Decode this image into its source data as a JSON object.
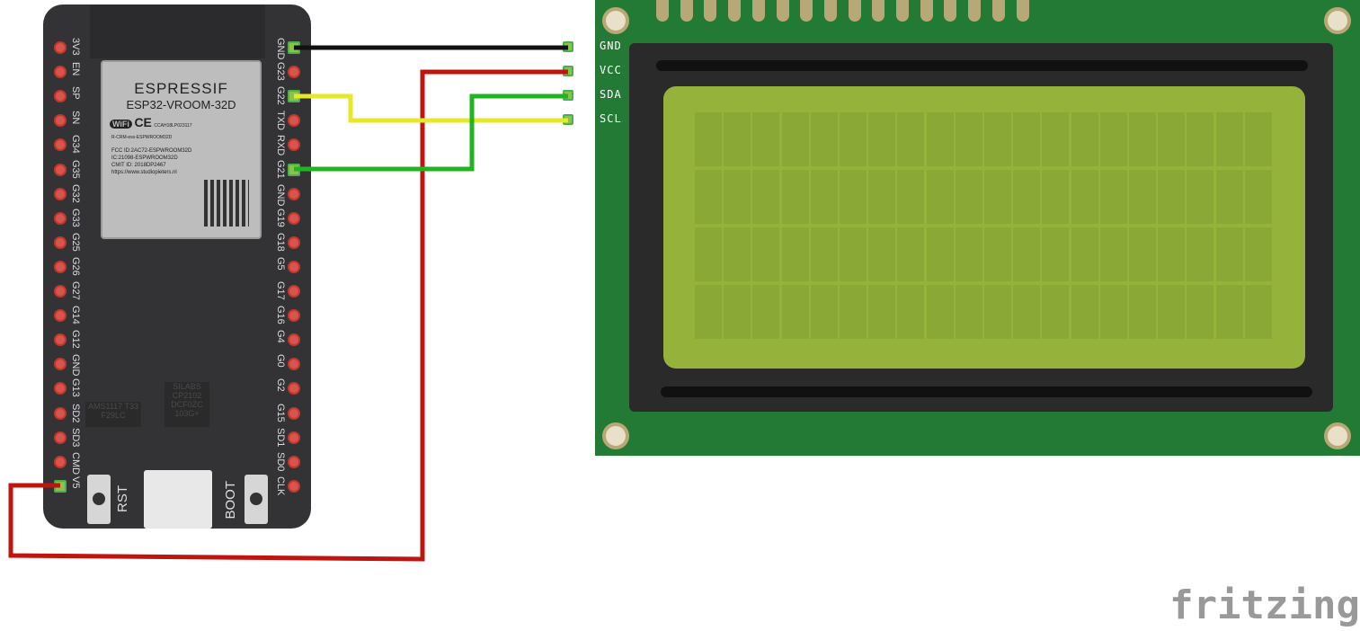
{
  "esp32": {
    "brand": "ESPRESSIF",
    "model": "ESP32-VROOM-32D",
    "wifi": "WiFi",
    "ce": "CE",
    "cert1": "CCAH18LP023117",
    "cert2": "R-CRM-ess-ESPWROOM32D",
    "fcc": "FCC ID:2AC72-ESPWROOM32D",
    "ic": "IC:21098-ESPWROOM32D",
    "cmit": "CMIT ID: 2018DP2467",
    "url": "https://www.studiopieters.nl",
    "left_pins": [
      "3V3",
      "EN",
      "SP",
      "SN",
      "G34",
      "G35",
      "G32",
      "G33",
      "G25",
      "G26",
      "G27",
      "G14",
      "G12",
      "GND",
      "G13",
      "SD2",
      "SD3",
      "CMD",
      "V5"
    ],
    "right_pins": [
      "GND",
      "G23",
      "G22",
      "TXD",
      "RXD",
      "G21",
      "GND",
      "G19",
      "G18",
      "G5",
      "G17",
      "G16",
      "G4",
      "G0",
      "G2",
      "G15",
      "SD1",
      "SD0",
      "CLK"
    ],
    "regulator": "AMS1117 T33 F29LC",
    "usb_chip": "SILABS CP2102 DCF0ZC 103G+",
    "rst_label": "RST",
    "boot_label": "BOOT"
  },
  "lcd": {
    "pins": [
      "GND",
      "VCC",
      "SDA",
      "SCL"
    ],
    "cols": 20,
    "rows": 4,
    "header_pins": 16
  },
  "wires": [
    {
      "from": "GND",
      "to": "GND",
      "color": "#111111"
    },
    {
      "from": "V5",
      "to": "VCC",
      "color": "#c0150f"
    },
    {
      "from": "G22",
      "to": "SCL",
      "color": "#e8e82a"
    },
    {
      "from": "G21",
      "to": "SDA",
      "color": "#22b322"
    }
  ],
  "logo": "fritzing"
}
